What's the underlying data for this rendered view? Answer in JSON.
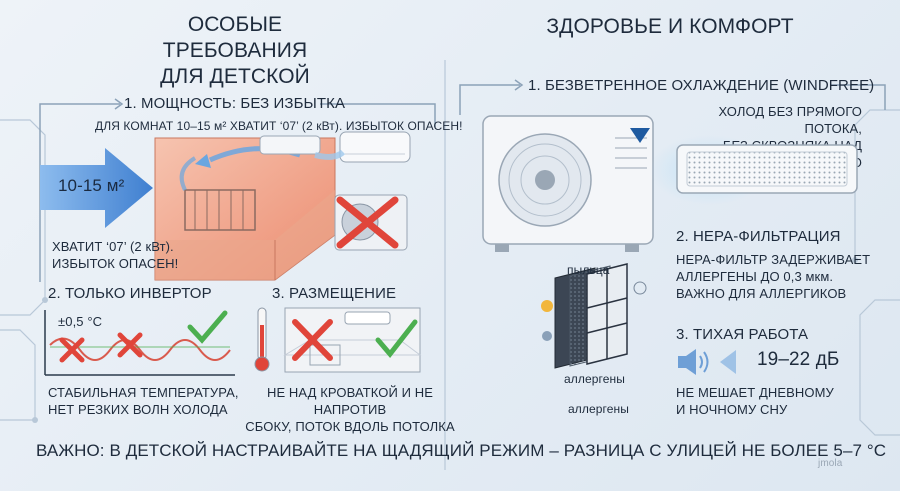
{
  "left": {
    "title_line1": "ОСОБЫЕ ТРЕБОВАНИЯ",
    "title_line2": "ДЛЯ ДЕТСКОЙ",
    "power": {
      "heading": "1. МОЩНОСТЬ: БЕЗ ИЗБЫТКА",
      "subtext": "ДЛЯ КОМНАТ 10–15 м² ХВАТИТ ‘07’ (2 кВт). ИЗБЫТОК ОПАСЕН!",
      "arrow_label": "10-15 м²",
      "note_line1": "ХВАТИТ ‘07’ (2 кВт).",
      "note_line2": "ИЗБЫТОК ОПАСЕН!"
    },
    "inverter": {
      "heading": "2. ТОЛЬКО ИНВЕРТОР",
      "tolerance": "±0,5 °С",
      "caption_line1": "СТАБИЛЬНАЯ ТЕМПЕРАТУРА,",
      "caption_line2": "НЕТ РЕЗКИХ ВОЛН ХОЛОДА"
    },
    "placement": {
      "heading": "3. РАЗМЕЩЕНИЕ",
      "caption_line1": "НЕ НАД КРОВАТКОЙ И НЕ НАПРОТИВ",
      "caption_line2": "СБОКУ, ПОТОК ВДОЛЬ ПОТОЛКА"
    }
  },
  "right": {
    "title": "ЗДОРОВЬЕ И КОМФОРТ",
    "windfree": {
      "heading": "1. БЕЗВЕТРЕННОЕ ОХЛАЖДЕНИЕ (WINDFREE)",
      "text_line1": "ХОЛОД БЕЗ ПРЯМОГО ПОТОКА,",
      "text_line2": "БЕЗ СКВОЗНЯКА НАД КРОВАТЬЮ"
    },
    "hepa": {
      "heading": "2. НЕРА-ФИЛЬТРАЦИЯ",
      "text_line1": "НЕРА-ФИЛЬТР ЗАДЕРЖИВАЕТ",
      "text_line2": "АЛЛЕРГЕНЫ ДО 0,3 мкм.",
      "text_line3": "ВАЖНО ДЛЯ АЛЛЕРГИКОВ",
      "label_pollen": "пыльца",
      "label_allergens_1": "аллергены",
      "label_allergens_2": "аллергены"
    },
    "quiet": {
      "heading": "3. ТИХАЯ РАБОТА",
      "db_value": "19–22 дБ",
      "text_line1": "НЕ МЕШАЕТ ДНЕВНОМУ",
      "text_line2": "И НОЧНОМУ СНУ"
    }
  },
  "bottom_note": "ВАЖНО: В ДЕТСКОЙ НАСТРАИВАЙТЕ НА ЩАДЯЩИЙ РЕЖИМ – РАЗНИЦА С УЛИЦЕЙ НЕ БОЛЕЕ 5–7 °С",
  "watermark": "jmola",
  "colors": {
    "arrow_blue": "#4f8fd8",
    "red_cross": "#e0453a",
    "green_check": "#4caf50",
    "warm_room": "#f29b7d",
    "cool_air": "#9fd0f2"
  }
}
